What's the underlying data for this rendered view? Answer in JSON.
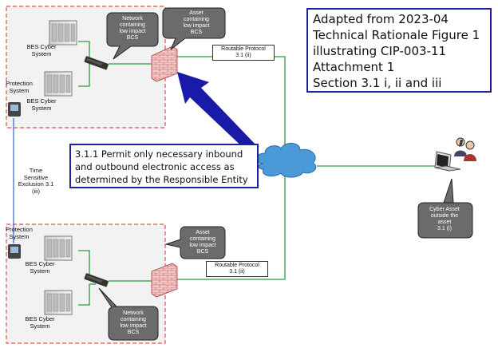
{
  "title_box": {
    "lines": [
      "Adapted from 2023-04",
      "Technical Rationale Figure 1",
      "illustrating CIP-003-11",
      "Attachment 1",
      "Section 3.1 i, ii and iii"
    ]
  },
  "callout": {
    "lines": [
      "3.1.1 Permit only necessary inbound",
      "and outbound electronic access as",
      "determined by the Responsible Entity"
    ]
  },
  "top_asset": {
    "bes_label": [
      "BES Cyber",
      "System"
    ],
    "bes2_label": [
      "BES Cyber",
      "System"
    ],
    "protection_label": [
      "Protection",
      "System"
    ],
    "asset_bubble": [
      "Asset",
      "containing",
      "low impact",
      "BCS"
    ],
    "network_bubble": [
      "Network",
      "containing",
      "low impact",
      "BCS"
    ],
    "protocol_label": [
      "Routable Protocol",
      "3.1 (ii)"
    ]
  },
  "bottom_asset": {
    "protection_label": [
      "Protection",
      "System"
    ],
    "bes_label": [
      "BES Cyber",
      "System"
    ],
    "bes2_label": [
      "BES Cyber",
      "System"
    ],
    "asset_bubble": [
      "Asset",
      "containing",
      "low impact",
      "BCS"
    ],
    "network_bubble": [
      "Network",
      "containing",
      "low impact",
      "BCS"
    ],
    "protocol_label": [
      "Routable Protocol",
      "3.1 (ii)"
    ]
  },
  "time_sensitive": [
    "Time",
    "Sensitive",
    "Exclusion 3.1",
    "(iii)"
  ],
  "cyber_asset_bubble": [
    "Cyber Asset",
    "outside the",
    "asset",
    "3.1 (i)"
  ],
  "colors": {
    "zone_border": "#e05050",
    "zone_fill": "#f2f2f2",
    "link_green": "#2e9a3a",
    "link_blue": "#3a5fd0",
    "arrow_blue": "#1a1aa8",
    "bubble_fill": "#6b6b6b",
    "cloud_fill": "#4a9ad8",
    "box_border": "#20209a"
  },
  "icons": [
    "rack-server-icon",
    "network-switch-icon",
    "firewall-icon",
    "protection-relay-icon",
    "cloud-icon",
    "laptop-icon",
    "users-icon"
  ]
}
